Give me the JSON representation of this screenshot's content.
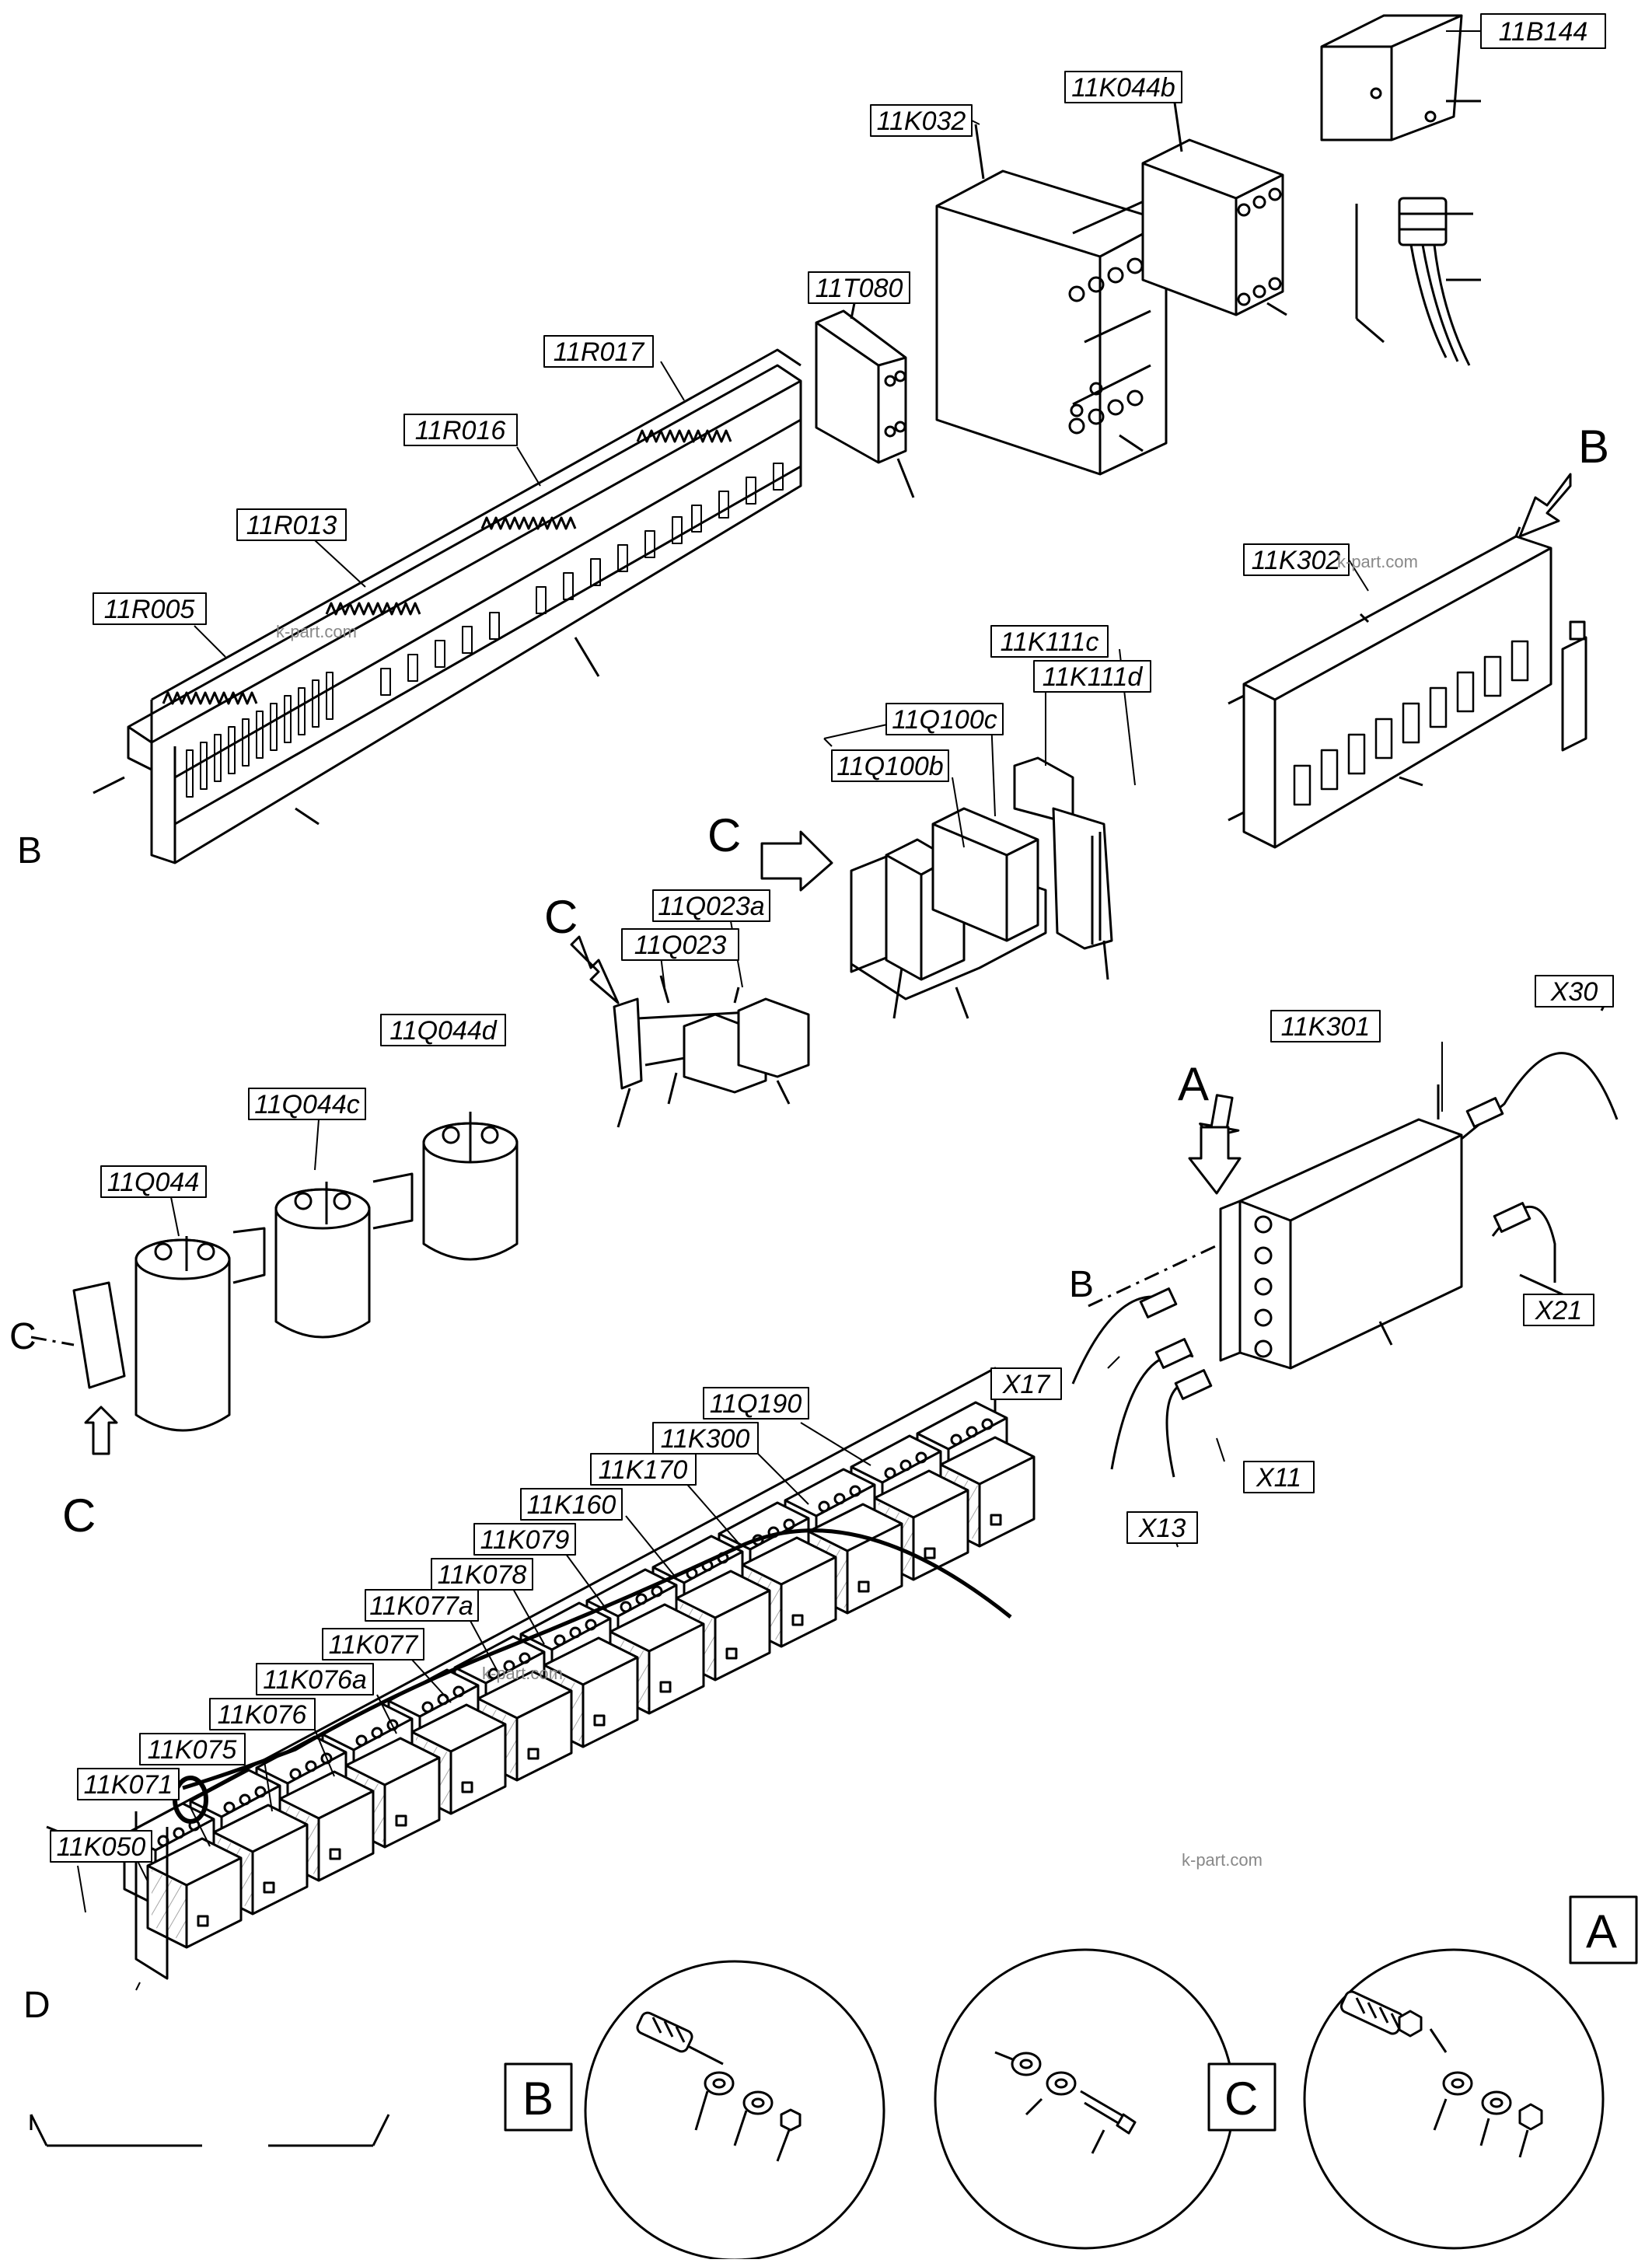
{
  "labels": {
    "b144": "11B144",
    "k044b": "11K044b",
    "k032": "11K032",
    "t080": "11T080",
    "r017": "11R017",
    "r016": "11R016",
    "r013": "11R013",
    "r005": "11R005",
    "k302": "11K302",
    "k111c": "11K111c",
    "k111d": "11K111d",
    "q100c": "11Q100c",
    "q100b": "11Q100b",
    "q023a": "11Q023a",
    "q023": "11Q023",
    "q044d": "11Q044d",
    "q044c": "11Q044c",
    "q044": "11Q044",
    "k301": "11K301",
    "x30": "X30",
    "x21": "X21",
    "x17": "X17",
    "x11": "X11",
    "x13": "X13",
    "q190": "11Q190",
    "k300": "11K300",
    "k170": "11K170",
    "k160": "11K160",
    "k079": "11K079",
    "k078": "11K078",
    "k077a": "11K077a",
    "k077": "11K077",
    "k076a": "11K076a",
    "k076": "11K076",
    "k075": "11K075",
    "k071": "11K071",
    "k050": "11K050"
  },
  "letters": {
    "a": "A",
    "b": "B",
    "c": "C",
    "d": "D"
  },
  "boxed_letters": {
    "a": "A",
    "b": "B",
    "c": "C"
  },
  "watermark": "k-part.com"
}
